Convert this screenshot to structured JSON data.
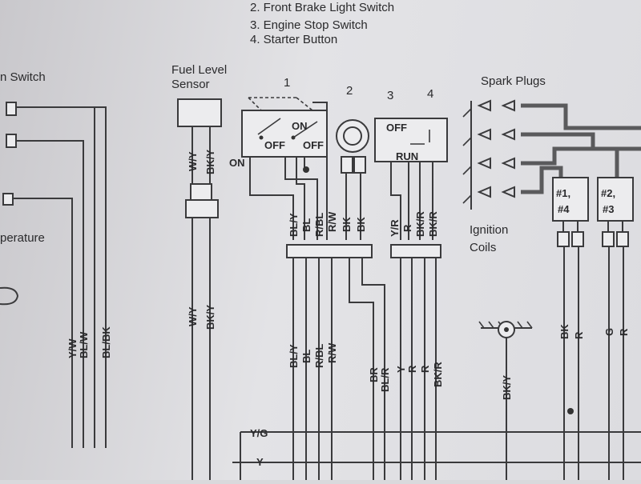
{
  "legend": [
    "",
    "2. Front Brake Light Switch",
    "3. Engine Stop Switch",
    "4. Starter Button"
  ],
  "labels": {
    "switch": "n Switch",
    "temperature": "perature",
    "fuel_level_1": "Fuel Level",
    "fuel_level_2": "Sensor",
    "spark_plugs": "Spark Plugs",
    "ignition_1": "Ignition",
    "ignition_2": "Coils"
  },
  "components": [
    "1",
    "2",
    "3",
    "4"
  ],
  "switch1": {
    "off_left": "OFF",
    "on": "ON",
    "off_right": "OFF",
    "on_ext": "ON"
  },
  "switch3": {
    "off": "OFF",
    "run": "RUN"
  },
  "coils": {
    "c14_top": "#1,",
    "c14_bottom": "#4",
    "c23_top": "#2,",
    "c23_bottom": "#3"
  },
  "wires": [
    "Y/W",
    "BL/W",
    "BL/BK",
    "W/Y",
    "BK/Y",
    "W/Y",
    "BK/Y",
    "BL/Y",
    "BL",
    "R/BL",
    "R/W",
    "BK",
    "BK",
    "Y/R",
    "R",
    "BK/R",
    "BK/R",
    "BL/Y",
    "BL",
    "R/BL",
    "R/W",
    "BR",
    "BL/R",
    "Y",
    "R",
    "R",
    "BK/R",
    "BK/Y",
    "BK",
    "R",
    "G",
    "R"
  ],
  "bus": {
    "yg": "Y/G",
    "y": "Y"
  }
}
